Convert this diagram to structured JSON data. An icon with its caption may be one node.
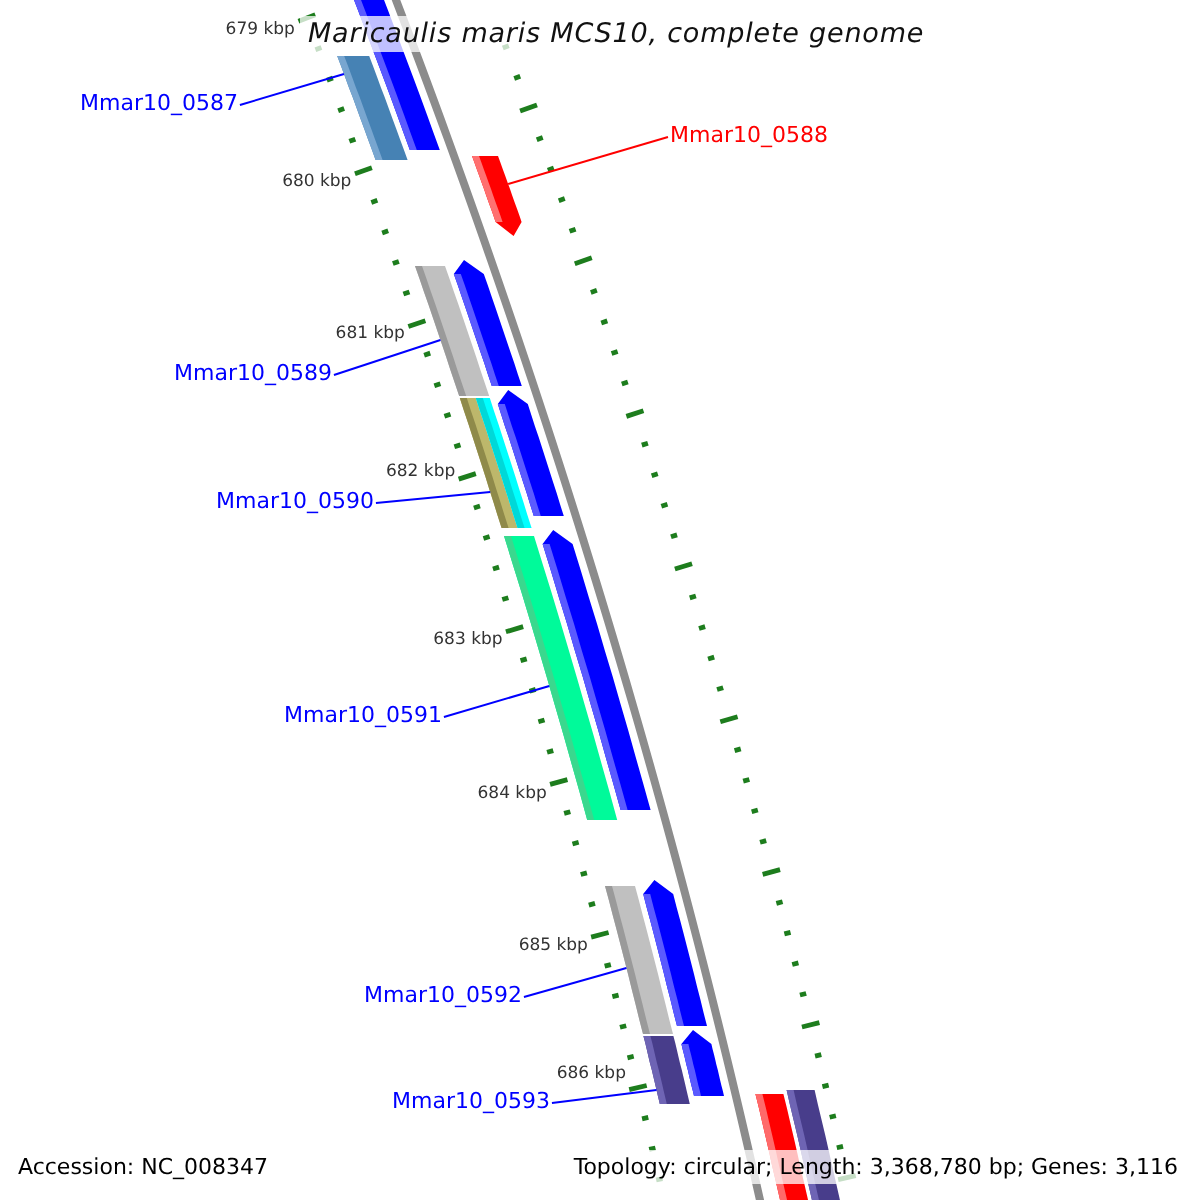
{
  "diagram": {
    "title": "Maricaulis maris MCS10, complete genome",
    "nodes": [
      {
        "text": [
          "Mmar10_0587"
        ]
      },
      {
        "text": [],
        "shape": "bar"
      },
      {
        "text": [
          "Mmar10_0588"
        ]
      },
      {
        "text": [],
        "shape": "bar"
      },
      {
        "text": [
          "Mmar10_0589"
        ]
      },
      {
        "text": [],
        "shape": "bar"
      },
      {
        "text": [
          "Mmar10_0590"
        ]
      },
      {
        "text": [],
        "shape": "bar"
      },
      {
        "text": [
          "Mmar10_0591"
        ]
      },
      {
        "text": [],
        "shape": "bar"
      },
      {
        "text": [
          "Mmar10_0592"
        ]
      },
      {
        "text": [],
        "shape": "bar"
      },
      {
        "text": [
          "Mmar10_0593"
        ]
      },
      {
        "text": [],
        "shape": "bar"
      }
    ],
    "edges": [
      {
        "from": 0,
        "to": 1,
        "arrow": "none"
      },
      {
        "from": 2,
        "to": 3,
        "arrow": "none",
        "color": "#ff0000"
      },
      {
        "from": 4,
        "to": 5,
        "arrow": "none"
      },
      {
        "from": 6,
        "to": 7,
        "arrow": "none"
      },
      {
        "from": 8,
        "to": 9,
        "arrow": "none"
      },
      {
        "from": 10,
        "to": 11,
        "arrow": "none"
      },
      {
        "from": 12,
        "to": 13,
        "arrow": "none"
      }
    ],
    "labels": [
      "679 kbp",
      "680 kbp",
      "681 kbp",
      "682 kbp",
      "683 kbp",
      "684 kbp",
      "685 kbp",
      "686 kbp",
      "Accession: NC_008347",
      "Topology: circular; Length: 3,368,780 bp; Genes: 3,116"
    ]
  }
}
